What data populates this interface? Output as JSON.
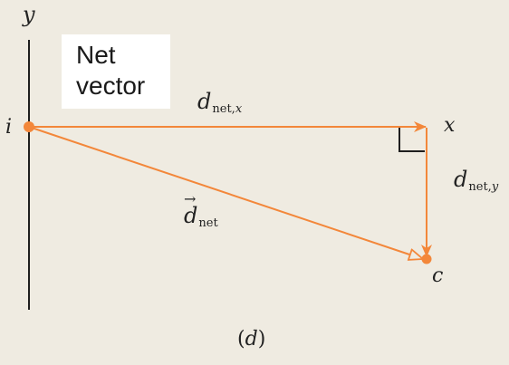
{
  "diagram": {
    "box_lines": [
      "Net",
      "vector"
    ],
    "axis_y_label": "y",
    "axis_x_label": "x",
    "point_i_label": "i",
    "point_c_label": "c",
    "d_net_x": {
      "main": "d",
      "sub_a": "net,",
      "sub_b": "x"
    },
    "d_net_y": {
      "main": "d",
      "sub_a": "net,",
      "sub_b": "y"
    },
    "d_net": {
      "main": "d",
      "sub": "net"
    },
    "caption": "(d)",
    "colors": {
      "vector": "#f3873a",
      "axis": "#1e1e1e",
      "background": "#efebe1",
      "box": "#ffffff"
    }
  }
}
